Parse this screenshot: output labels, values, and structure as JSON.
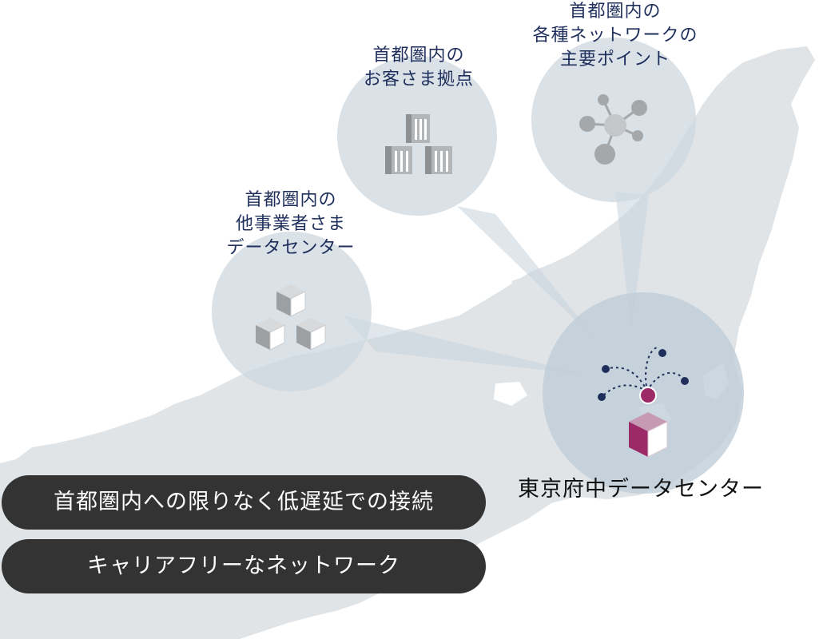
{
  "bubbles": {
    "customer_sites": {
      "lines": [
        "首都圏内の",
        "お客さま拠点"
      ]
    },
    "network_points": {
      "lines": [
        "首都圏内の",
        "各種ネットワークの",
        "主要ポイント"
      ]
    },
    "other_operators": {
      "lines": [
        "首都圏内の",
        "他事業者さま",
        "データセンター"
      ]
    }
  },
  "data_center": {
    "label": "東京府中データセンター"
  },
  "features": [
    "首都圏内への限りなく低遅延での接続",
    "キャリアフリーなネットワーク"
  ],
  "colors": {
    "map_land": "#e1e4e7",
    "bubble_fill": "#c9d6df",
    "label_text": "#1f2f5c",
    "accent_magenta": "#9c2a68",
    "pill_background": "#333333",
    "node_navy": "#1f2f5c",
    "icon_gray": "#a5a8ab"
  }
}
